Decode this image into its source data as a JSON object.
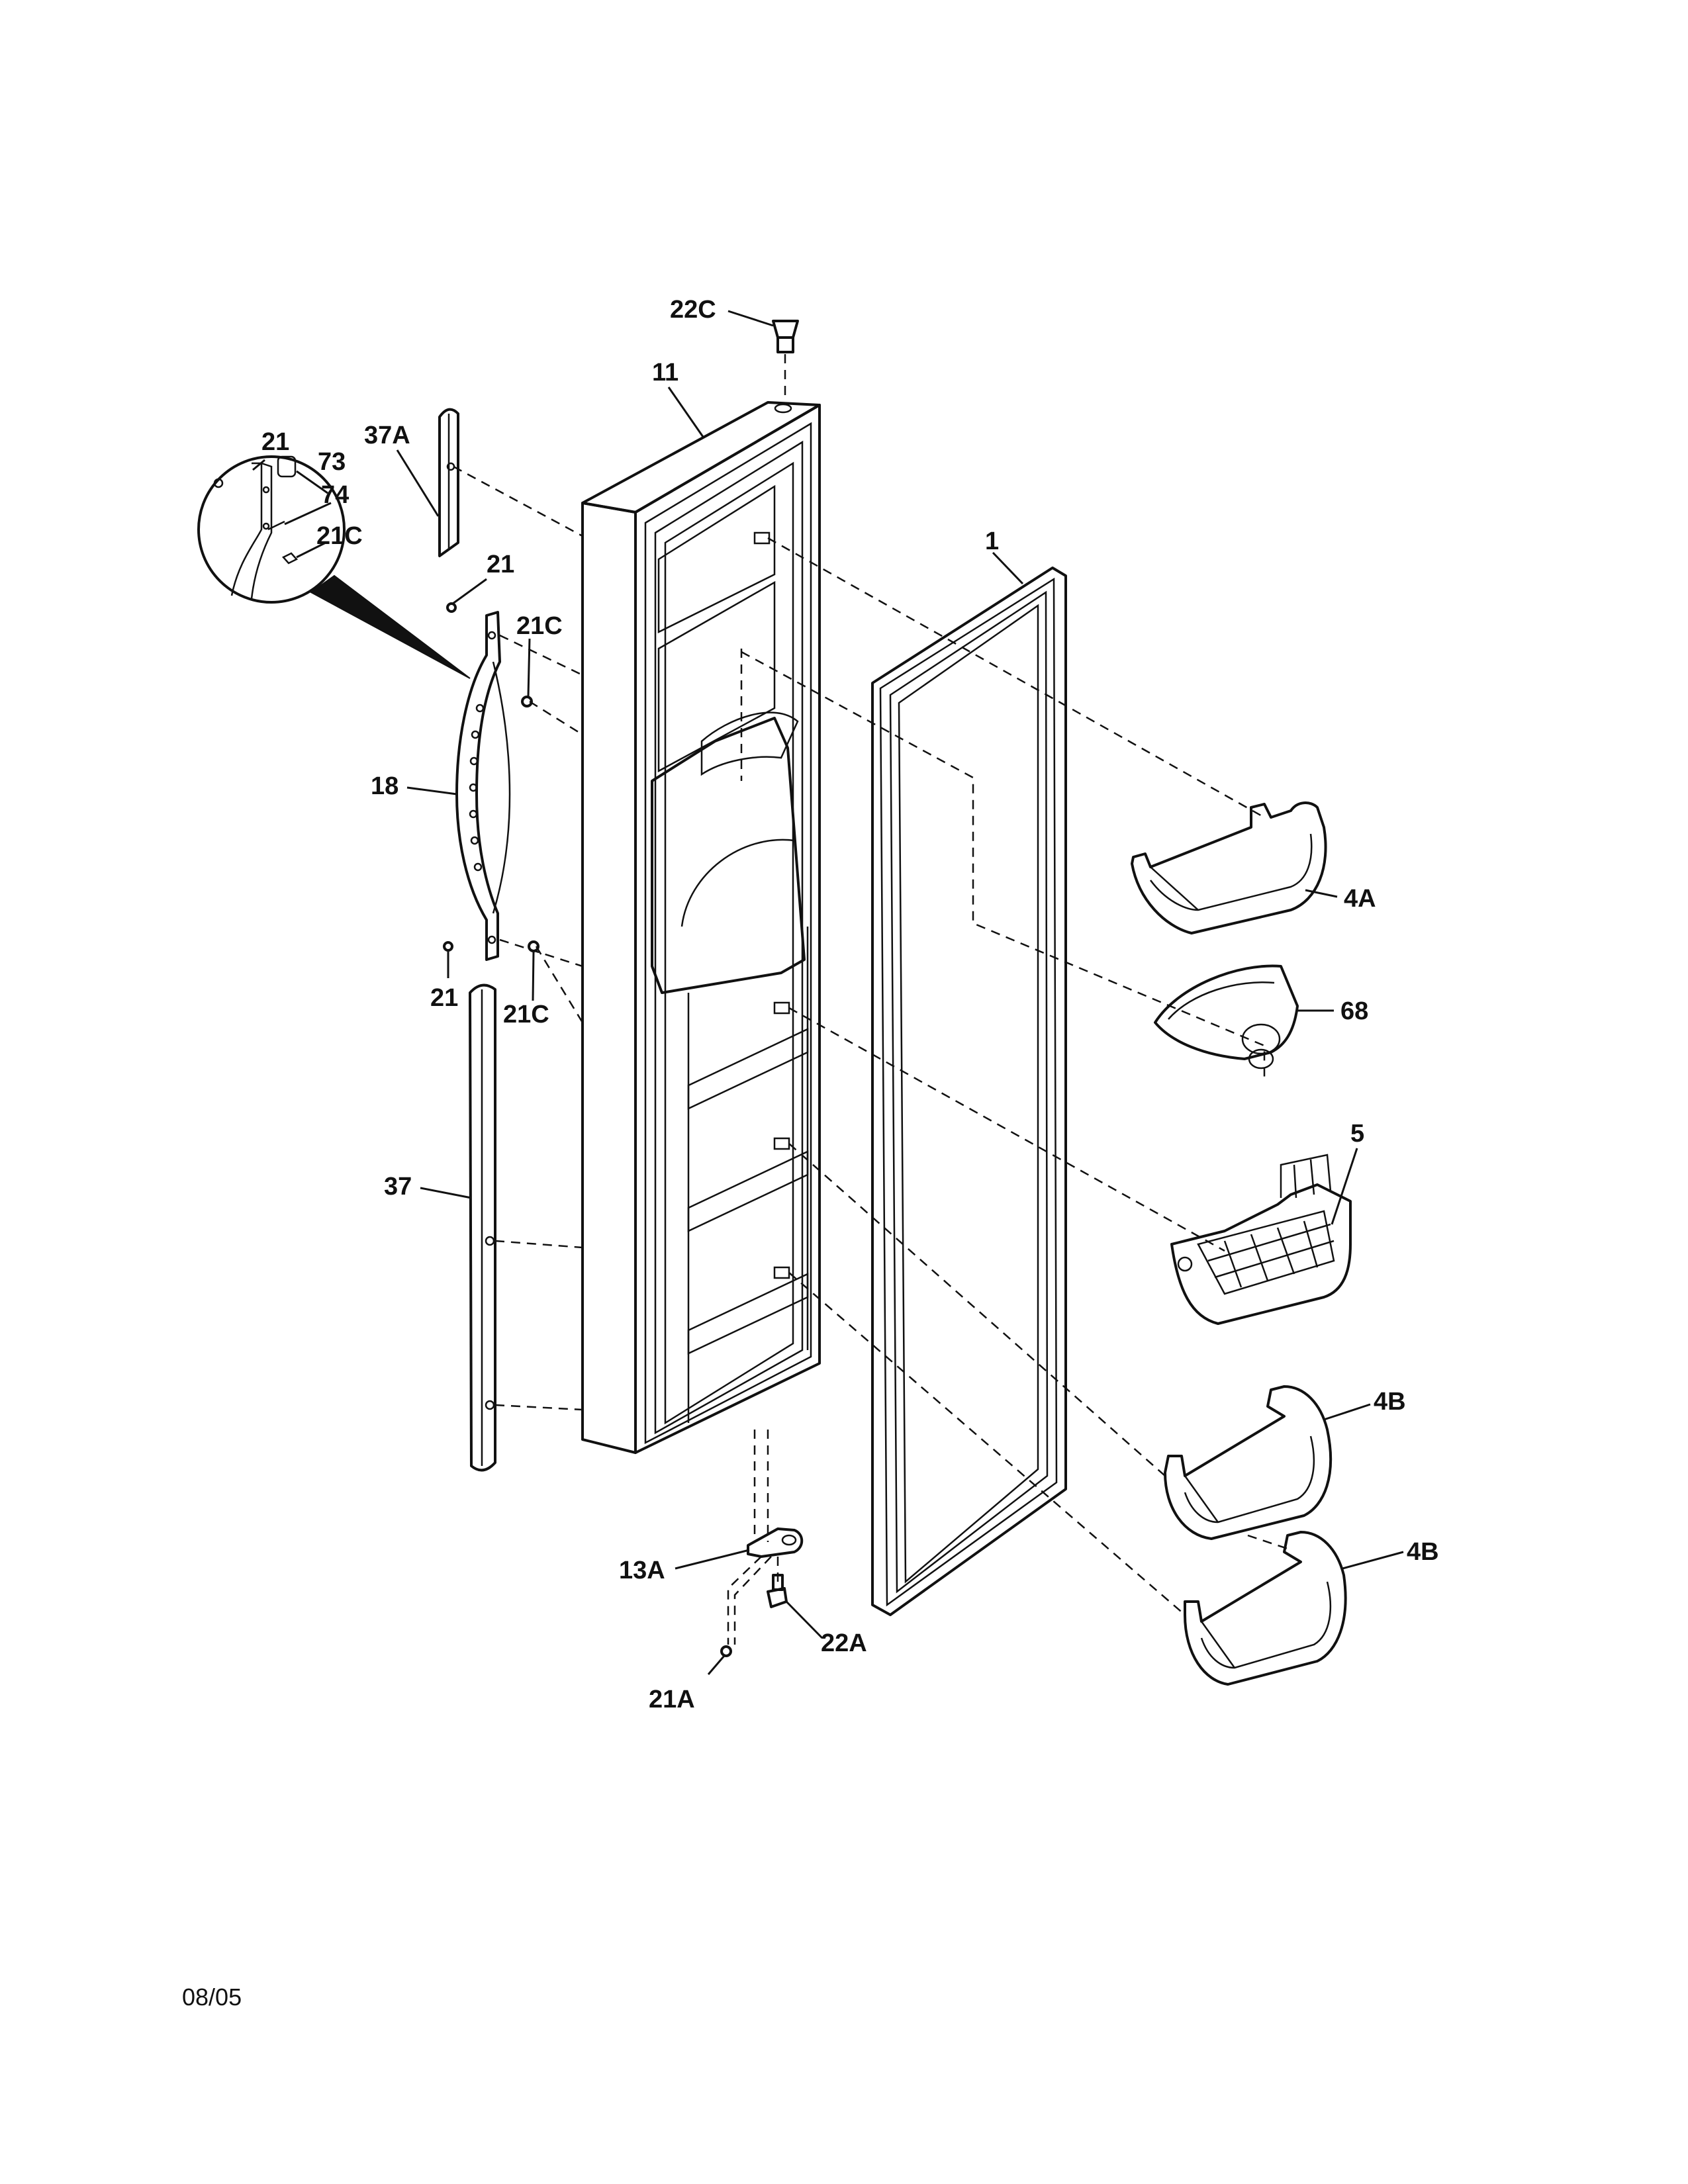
{
  "callouts": {
    "c22C": "22C",
    "c11": "11",
    "c37A": "37A",
    "c21_inset": "21",
    "c73": "73",
    "c74": "74",
    "c21C_inset": "21C",
    "c21_top": "21",
    "c21C_top": "21C",
    "c1": "1",
    "c18": "18",
    "c4A": "4A",
    "c68": "68",
    "c21_bottom": "21",
    "c21C_bottom": "21C",
    "c5": "5",
    "c37": "37",
    "c4B_upper": "4B",
    "c4B_lower": "4B",
    "c13A": "13A",
    "c22A": "22A",
    "c21A": "21A"
  },
  "footer": {
    "date_code": "08/05"
  }
}
